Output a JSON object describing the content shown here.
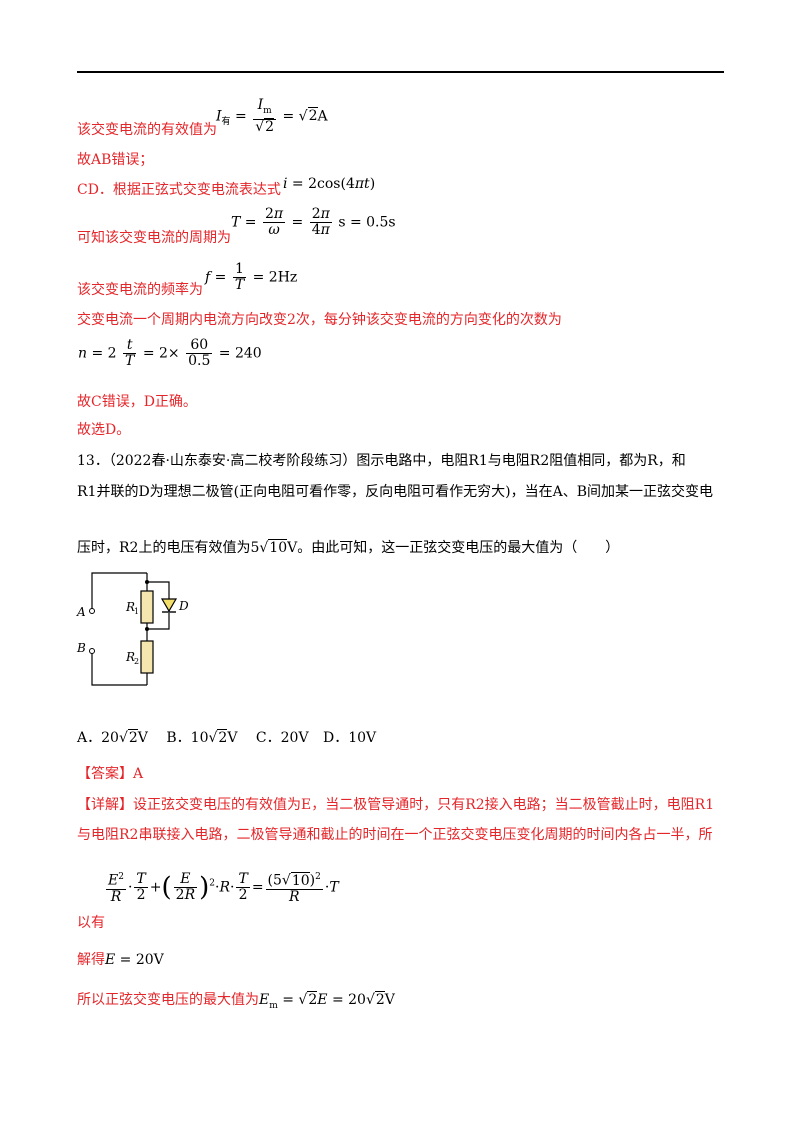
{
  "text": {
    "l1": "该交变电流的有效值为",
    "l2": "故AB错误；",
    "l3": "CD．根据正弦式交变电流表达式",
    "l4": "可知该交变电流的周期为",
    "l5": "该交变电流的频率为",
    "l6": "交变电流一个周期内电流方向改变2次，每分钟该交变电流的方向变化的次数为",
    "l7": "故C错误，D正确。",
    "l8": "故选D。",
    "q13a": "13．（2022春·山东泰安·高二校考阶段练习）图示电路中，电阻R1与电阻R2阻值相同，都为R，和",
    "q13b": "R1并联的D为理想二极管(正向电阻可看作零，反向电阻可看作无穷大)，当在A、B间加某一正弦交变电",
    "q13c1": "压时，R2上的电压有效值为",
    "q13c2": "。由此可知，这一正弦交变电压的最大值为（　　）",
    "optA": "A．",
    "optB": "B．",
    "optC": "C．20V",
    "optD": "D．10V",
    "answer": "【答案】A",
    "detail1": "【详解】设正弦交变电压的有效值为E，当二极管导通时，只有R2接入电路；当二极管截止时，电阻R1",
    "detail2": "与电阻R2串联接入电路，二极管导通和截止的时间在一个正弦交变电压变化周期的时间内各占一半，所",
    "detail3": "以有",
    "detail4": "解得",
    "detail5": "所以正弦交变电压的最大值为"
  },
  "circuit_labels": {
    "A": "A",
    "B": "B",
    "R1": "R",
    "R1sub": "1",
    "R2": "R",
    "R2sub": "2",
    "D": "D"
  },
  "colors": {
    "answer_red": "#e4262a",
    "resistor_fill": "#f5e6b0",
    "diode_fill": "#f2dc6a"
  }
}
